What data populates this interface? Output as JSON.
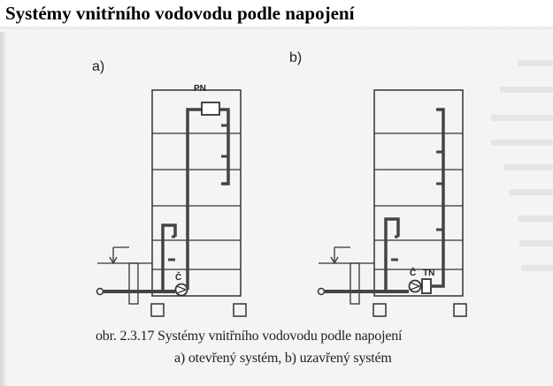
{
  "title": "Systémy vnitřního vodovodu podle napojení",
  "labels": {
    "a": "a)",
    "b": "b)",
    "pn": "PN",
    "c_a": "Č",
    "c_b": "Č",
    "tn": "TN"
  },
  "caption": {
    "line1": "obr. 2.3.17  Systémy vnitřního vodovodu podle napojení",
    "line2": "a) otevřený systém, b) uzavřený systém"
  }
}
